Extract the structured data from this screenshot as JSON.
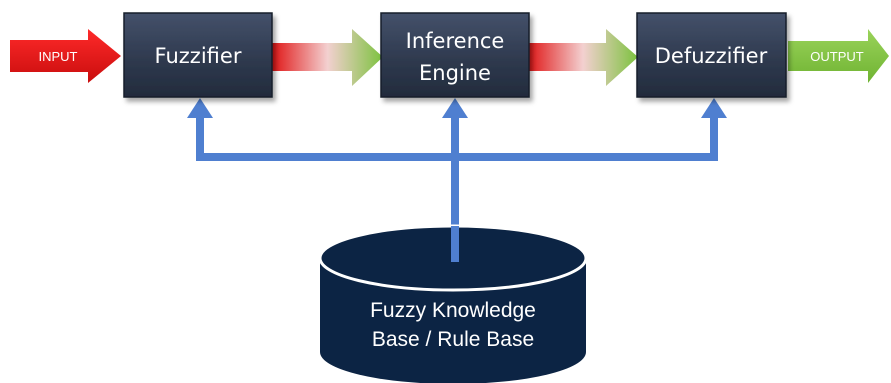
{
  "input_label": "INPUT",
  "output_label": "OUTPUT",
  "fuzzifier": {
    "label": "Fuzzifier"
  },
  "inference_engine": {
    "line1": "Inference",
    "line2": "Engine"
  },
  "defuzzifier": {
    "label": "Defuzzifier"
  },
  "knowledge_base": {
    "line1": "Fuzzy Knowledge",
    "line2": "Base / Rule Base"
  },
  "colors": {
    "box_fill": "#2f3a4f",
    "database_fill": "#0c2444",
    "connector": "#4f7fd0",
    "input_arrow": "#e41616",
    "output_arrow": "#80c341"
  }
}
